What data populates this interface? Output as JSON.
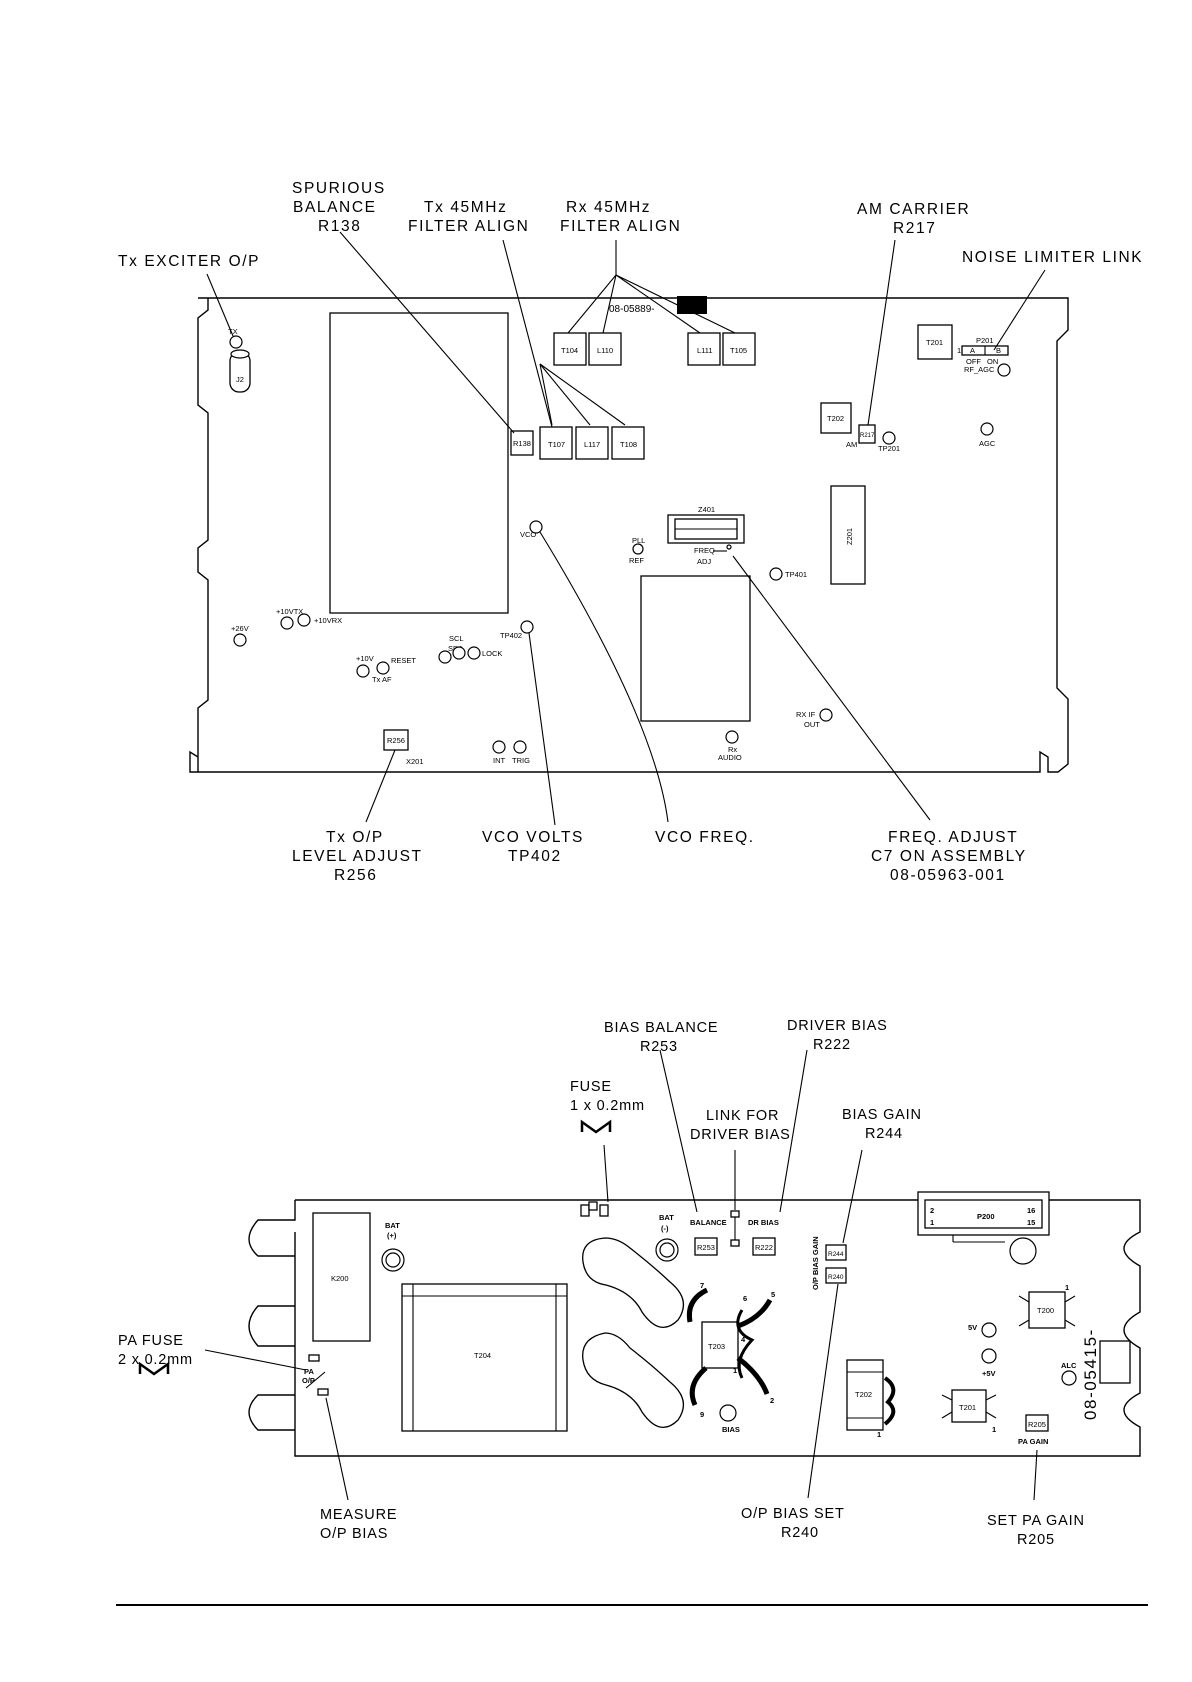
{
  "top": {
    "callouts": {
      "spurious": [
        "SPURIOUS",
        "BALANCE",
        "R138"
      ],
      "tx45": [
        "Tx 45MHz",
        "FILTER ALIGN"
      ],
      "rx45": [
        "Rx 45MHz",
        "FILTER ALIGN"
      ],
      "am": [
        "AM CARRIER",
        "R217"
      ],
      "tx_exciter": "Tx EXCITER O/P",
      "noise": "NOISE LIMITER LINK",
      "tx_op": [
        "Tx O/P",
        "LEVEL ADJUST",
        "R256"
      ],
      "vco_volts": [
        "VCO VOLTS",
        "TP402"
      ],
      "vco_freq": "VCO FREQ.",
      "freq_adjust": [
        "FREQ. ADJUST",
        "C7 ON ASSEMBLY",
        "08-05963-001"
      ]
    },
    "board_number": "08-05889-",
    "components": {
      "tx": "TX",
      "j2": "J2",
      "t104": "T104",
      "l110": "L110",
      "l111": "L111",
      "t105": "T105",
      "t201": "T201",
      "p201": "P201",
      "p201_a": "A",
      "p201_b": "B",
      "p201_1": "1",
      "p201_off": "OFF",
      "p201_on": "ON",
      "rf_agc": "RF_AGC",
      "r138": "R138",
      "t107": "T107",
      "l117": "L117",
      "t108": "T108",
      "t202": "T202",
      "r217": "R217",
      "am": "AM",
      "tp201": "TP201",
      "agc": "AGC",
      "z401": "Z401",
      "z201": "Z201",
      "vco": "VCO",
      "pll": "PLL",
      "ref": "REF",
      "freq": "FREQ",
      "adj": "ADJ",
      "tp401": "TP401",
      "v26": "+26V",
      "v10vtx": "+10VTX",
      "v10vrx": "+10VRX",
      "sda": "SDA",
      "scl": "SCL",
      "lock": "LOCK",
      "tp402": "TP402",
      "v10": "+10V",
      "reset": "RESET",
      "txaf": "Tx AF",
      "r256": "R256",
      "x201": "X201",
      "int": "INT",
      "trig": "TRIG",
      "rx": "Rx",
      "audio": "AUDIO",
      "rxif": "RX IF",
      "out": "OUT"
    }
  },
  "bottom": {
    "callouts": {
      "bias_balance": [
        "BIAS BALANCE",
        "R253"
      ],
      "driver_bias": [
        "DRIVER BIAS",
        "R222"
      ],
      "fuse": [
        "FUSE",
        "1 x 0.2mm"
      ],
      "link": [
        "LINK FOR",
        "DRIVER BIAS"
      ],
      "bias_gain": [
        "BIAS GAIN",
        "R244"
      ],
      "pa_fuse": [
        "PA FUSE",
        "2 x 0.2mm"
      ],
      "measure": [
        "MEASURE",
        "O/P BIAS"
      ],
      "op_bias_set": [
        "O/P BIAS SET",
        "R240"
      ],
      "set_pa_gain": [
        "SET PA GAIN",
        "R205"
      ]
    },
    "board_number": "08-05415-",
    "components": {
      "k200": "K200",
      "t204": "T204",
      "bat": "BAT",
      "bat_pos": "(+)",
      "bat_neg": "(-)",
      "pa": "PA",
      "op": "O/P",
      "balance": "BALANCE",
      "dr_bias": "DR BIAS",
      "r253": "R253",
      "r222": "R222",
      "op_bias_gain": "O/P BIAS GAIN",
      "r244": "R244",
      "r240": "R240",
      "p200": "P200",
      "p200_2": "2",
      "p200_1": "1",
      "p200_16": "16",
      "p200_15": "15",
      "t203": "T203",
      "pin7": "7",
      "pin6": "6",
      "pin5": "5",
      "pin4": "4",
      "pin1": "1",
      "pin9": "9",
      "pin2": "2",
      "bias": "BIAS",
      "t202": "T202",
      "t200": "T200",
      "t201": "T201",
      "t201_1": "1",
      "t200_1": "1",
      "t202_1": "1",
      "v5": "+5V",
      "sv": "5V",
      "alc": "ALC",
      "r205": "R205",
      "pa_gain": "PA GAIN"
    }
  }
}
